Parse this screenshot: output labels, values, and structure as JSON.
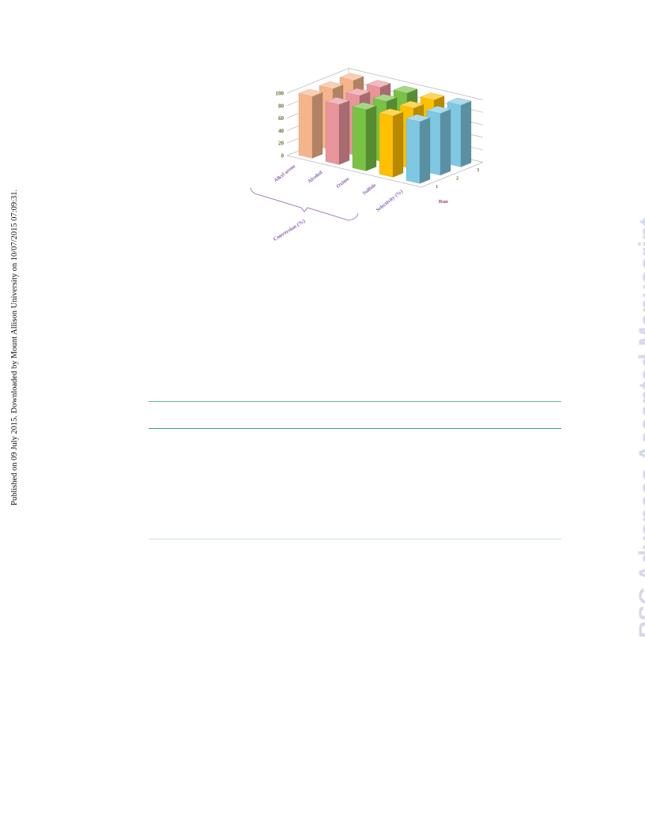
{
  "side_note": "Published on 09 July 2015. Downloaded by Mount Allison University on 10/07/2015 07:09:31.",
  "watermark": "RSC Advances Accepted Manuscript",
  "chart_data": {
    "type": "bar",
    "subtype": "3d-bar",
    "categories": [
      "Alkyl arene",
      "Alcohol",
      "Oxime",
      "Sulfide",
      "Selectivity (%)"
    ],
    "group_label": "Conversion  (%)",
    "depth_axis": {
      "label": "Run",
      "ticks": [
        "1",
        "2",
        "3"
      ]
    },
    "series": [
      {
        "values": [
          99,
          98,
          98
        ]
      },
      {
        "values": [
          96,
          97,
          97
        ]
      },
      {
        "values": [
          98,
          98,
          98
        ]
      },
      {
        "values": [
          98,
          97,
          97
        ]
      },
      {
        "values": [
          99,
          99,
          99
        ]
      }
    ],
    "y_ticks": [
      "0",
      "20",
      "40",
      "60",
      "80",
      "100"
    ],
    "ylim": [
      0,
      100
    ],
    "grid": true,
    "colors": {
      "Alkyl arene": "#f6b48a",
      "Alcohol": "#e8959b",
      "Oxime": "#78c245",
      "Sulfide": "#ffc000",
      "Selectivity (%)": "#7ec8e3"
    },
    "axis_color": "#b7b7b7",
    "label_color": "#8a5fb0",
    "run_label_color": "#a0475b",
    "tick_color": "#6d6d2c"
  }
}
